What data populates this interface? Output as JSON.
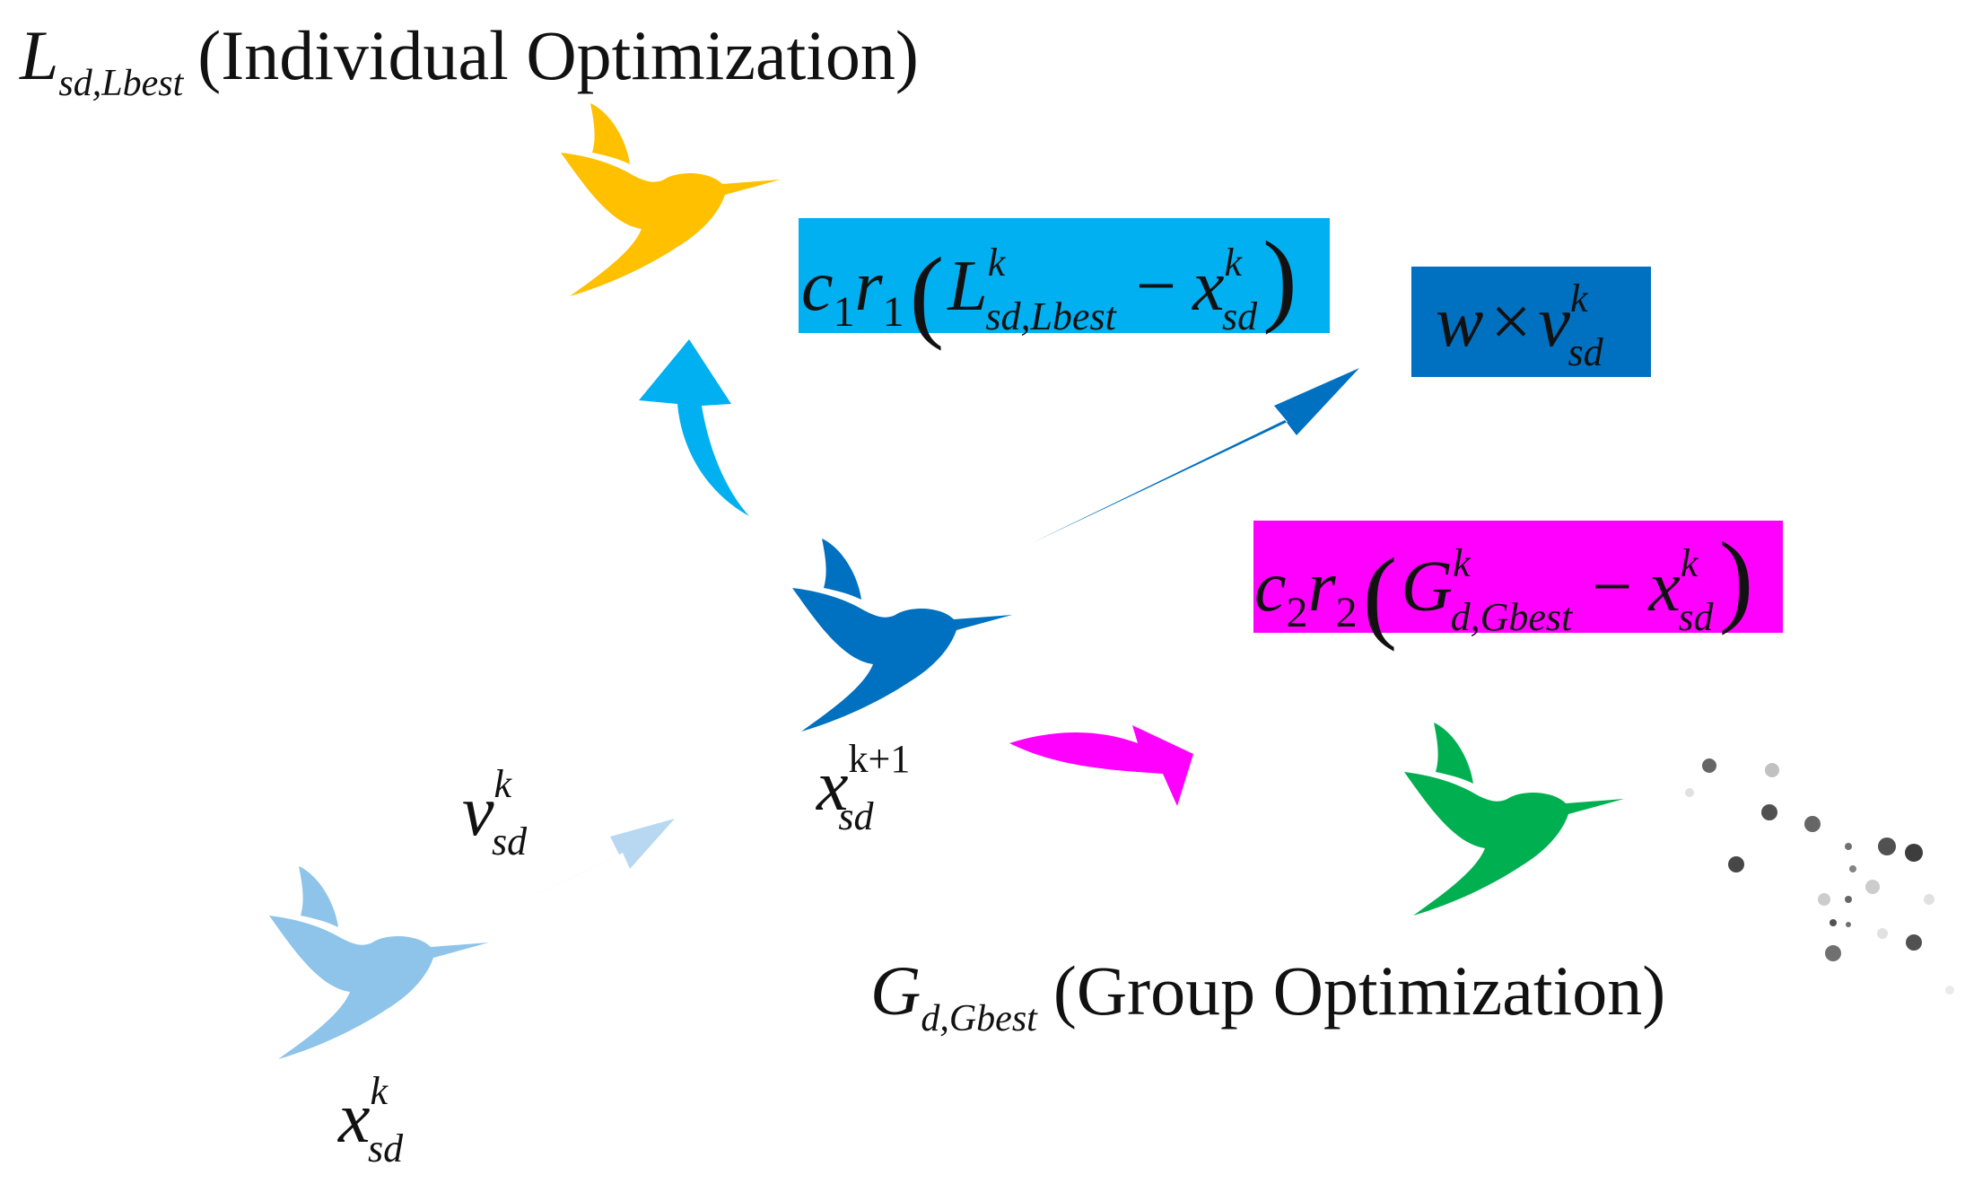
{
  "colors": {
    "individual_bird": "#FFC000",
    "current_bird": "#0070C0",
    "previous_bird": "#8EC3EA",
    "group_bird": "#00B050",
    "cognitive_box": "#00B0F0",
    "inertia_box": "#0070C0",
    "social_box": "#FF00FF",
    "up_arrow": "#00B0F0",
    "inertia_arrow": "#0070C0",
    "social_arrow": "#FF00FF",
    "velocity_arrow": "#B8D8F2",
    "dust": "#333333"
  },
  "icons": {
    "individual_bird": "hummingbird-icon",
    "current_bird": "hummingbird-icon",
    "previous_bird": "hummingbird-icon",
    "group_bird": "hummingbird-icon"
  },
  "individual": {
    "symbol": "L",
    "subscript": "sd,Lbest",
    "caption": "(Individual Optimization)"
  },
  "group": {
    "symbol": "G",
    "subscript": "d,Gbest",
    "caption": "(Group Optimization)"
  },
  "cognitive_term": {
    "coef": "c",
    "coef_sub": "1",
    "rand": "r",
    "rand_sub": "1",
    "open": "(",
    "best": "L",
    "best_sup": "k",
    "best_sub": "sd,Lbest",
    "minus": "−",
    "pos": "x",
    "pos_sup": "k",
    "pos_sub": "sd",
    "close": ")"
  },
  "inertia_term": {
    "weight": "w",
    "times": "×",
    "vel": "v",
    "vel_sup": "k",
    "vel_sub": "sd"
  },
  "social_term": {
    "coef": "c",
    "coef_sub": "2",
    "rand": "r",
    "rand_sub": "2",
    "open": "(",
    "best": "G",
    "best_sup": "k",
    "best_sub": "d,Gbest",
    "minus": "−",
    "pos": "x",
    "pos_sup": "k",
    "pos_sub": "sd",
    "close": ")"
  },
  "velocity_label": {
    "symbol": "v",
    "sup": "k",
    "sub": "sd"
  },
  "current_label": {
    "symbol": "x",
    "sup": "k+1",
    "sub": "sd"
  },
  "previous_label": {
    "symbol": "x",
    "sup": "k",
    "sub": "sd"
  }
}
